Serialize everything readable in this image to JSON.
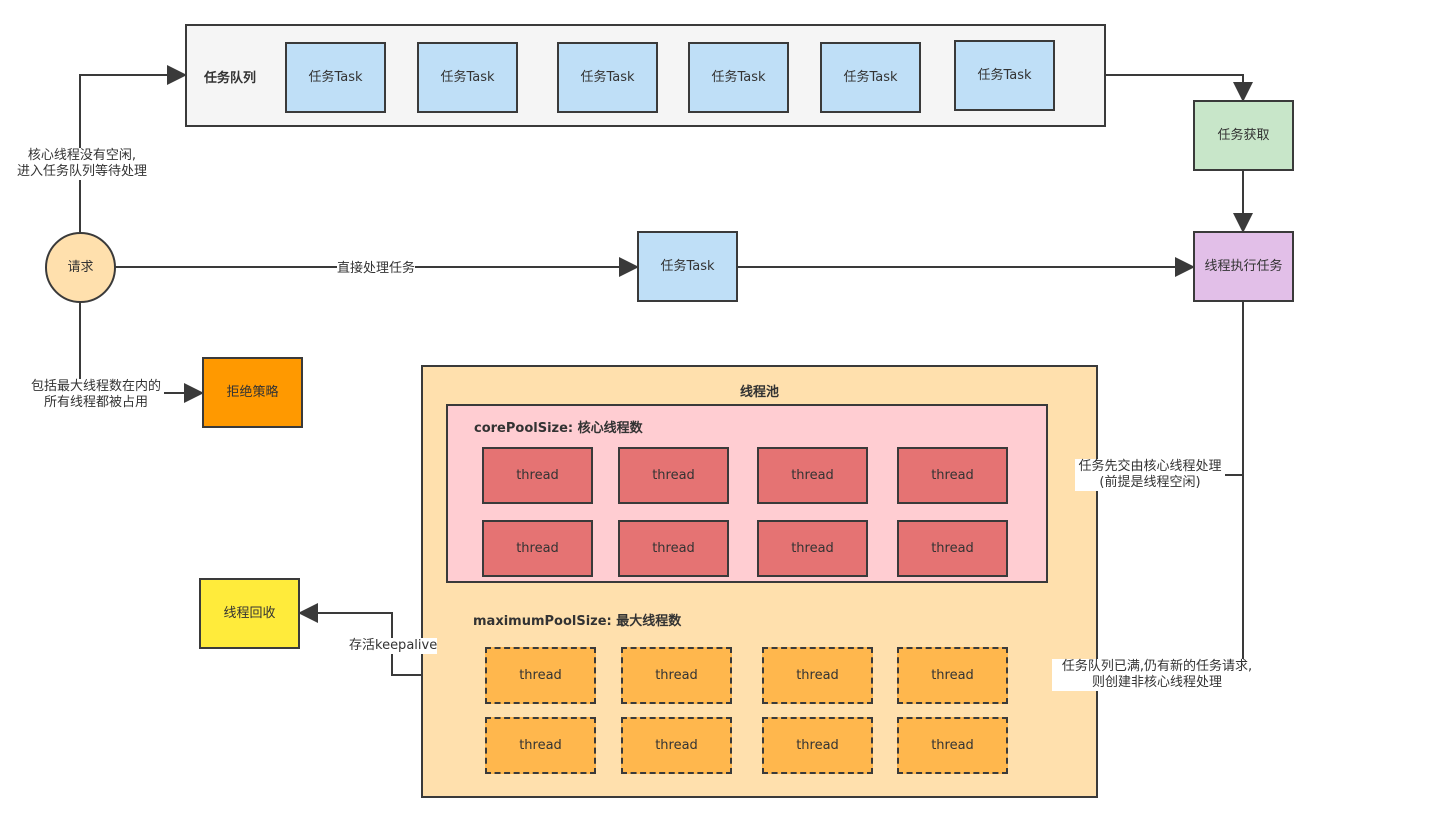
{
  "queue": {
    "title": "任务队列",
    "tasks": [
      "任务Task",
      "任务Task",
      "任务Task",
      "任务Task",
      "任务Task",
      "任务Task"
    ]
  },
  "nodes": {
    "request": "请求",
    "direct_task": "任务Task",
    "task_fetch": "任务获取",
    "thread_exec": "线程执行任务",
    "reject": "拒绝策略",
    "recycle": "线程回收"
  },
  "edge_labels": {
    "to_queue_line1": "核心线程没有空闲,",
    "to_queue_line2": "进入任务队列等待处理",
    "direct": "直接处理任务",
    "reject_line1": "包括最大线程数在内的",
    "reject_line2": "所有线程都被占用",
    "keepalive": "存活keepalive",
    "core_line1": "任务先交由核心线程处理",
    "core_line2": "(前提是线程空闲)",
    "max_line1": "任务队列已满,仍有新的任务请求,",
    "max_line2": "则创建非核心线程处理"
  },
  "pool": {
    "title": "线程池",
    "core_title": "corePoolSize: 核心线程数",
    "max_title": "maximumPoolSize: 最大线程数",
    "core_threads": [
      "thread",
      "thread",
      "thread",
      "thread",
      "thread",
      "thread",
      "thread",
      "thread"
    ],
    "max_threads": [
      "thread",
      "thread",
      "thread",
      "thread",
      "thread",
      "thread",
      "thread",
      "thread"
    ]
  },
  "colors": {
    "task": "#bfdff7",
    "fetch": "#c8e6c9",
    "exec": "#e2bfe8",
    "reject": "#ff9900",
    "recycle": "#ffeb3b",
    "pool": "#ffe0ad",
    "core_area": "#ffcdd2",
    "core_thread": "#e57373",
    "max_thread": "#ffb74d",
    "stroke": "#3a3a3a"
  }
}
